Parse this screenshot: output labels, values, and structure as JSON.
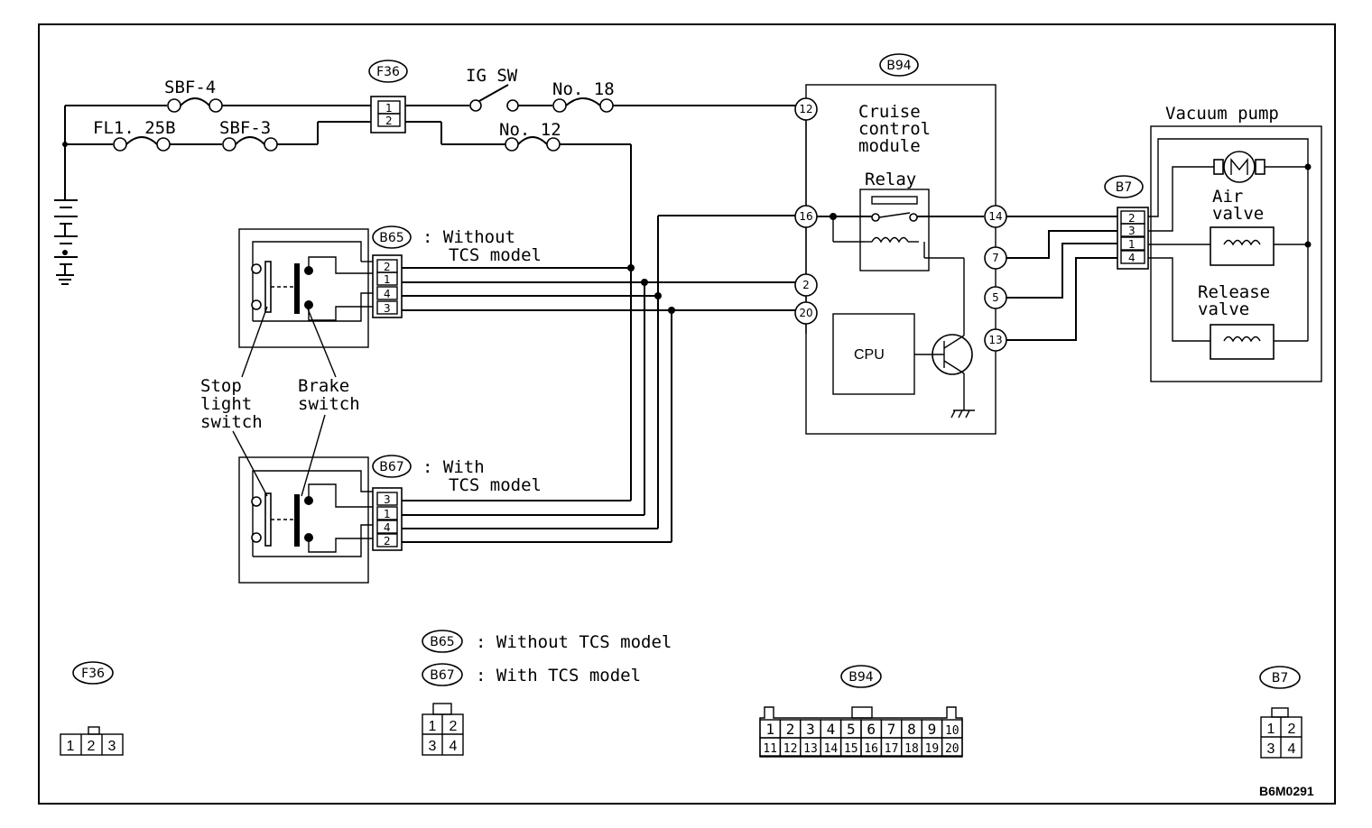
{
  "fuses": {
    "sbf4": "SBF-4",
    "fl": "FL1. 25B",
    "sbf3": "SBF-3",
    "no18": "No. 18",
    "no12": "No. 12"
  },
  "ig_switch": "IG SW",
  "connectors": {
    "f36": "F36",
    "b94": "B94",
    "b65": "B65",
    "b67": "B67",
    "b7": "B7"
  },
  "module": {
    "line1": "Cruise",
    "line2": "control",
    "line3": "module",
    "relay": "Relay",
    "cpu": "CPU"
  },
  "module_pins": [
    "12",
    "16",
    "2",
    "20",
    "14",
    "7",
    "5",
    "13"
  ],
  "switch_labels": {
    "b65_line1": ": Without",
    "b65_line2": "TCS model",
    "b67_line1": ": With",
    "b67_line2": "TCS model",
    "stop_line1": "Stop",
    "stop_line2": "light",
    "stop_line3": "switch",
    "brake_line1": "Brake",
    "brake_line2": "switch"
  },
  "vacuum_pump": {
    "title": "Vacuum pump",
    "air1": "Air",
    "air2": "valve",
    "rel1": "Release",
    "rel2": "valve"
  },
  "pins": {
    "f36": [
      "1",
      "2"
    ],
    "b65": [
      "2",
      "1",
      "4",
      "3"
    ],
    "b67": [
      "3",
      "1",
      "4",
      "2"
    ],
    "b7": [
      "2",
      "3",
      "1",
      "4"
    ]
  },
  "legend": {
    "b65_text": ": Without TCS model",
    "b67_text": ": With TCS model"
  },
  "connector_faces": {
    "f36": [
      "1",
      "2",
      "3"
    ],
    "b65_top": [
      "1",
      "2"
    ],
    "b65_bottom": [
      "3",
      "4"
    ],
    "b94_top": [
      "1",
      "2",
      "3",
      "4",
      "5",
      "6",
      "7",
      "8",
      "9",
      "10"
    ],
    "b94_bottom": [
      "11",
      "12",
      "13",
      "14",
      "15",
      "16",
      "17",
      "18",
      "19",
      "20"
    ],
    "b7_top": [
      "1",
      "2"
    ],
    "b7_bottom": [
      "3",
      "4"
    ]
  },
  "figure_code": "B6M0291"
}
